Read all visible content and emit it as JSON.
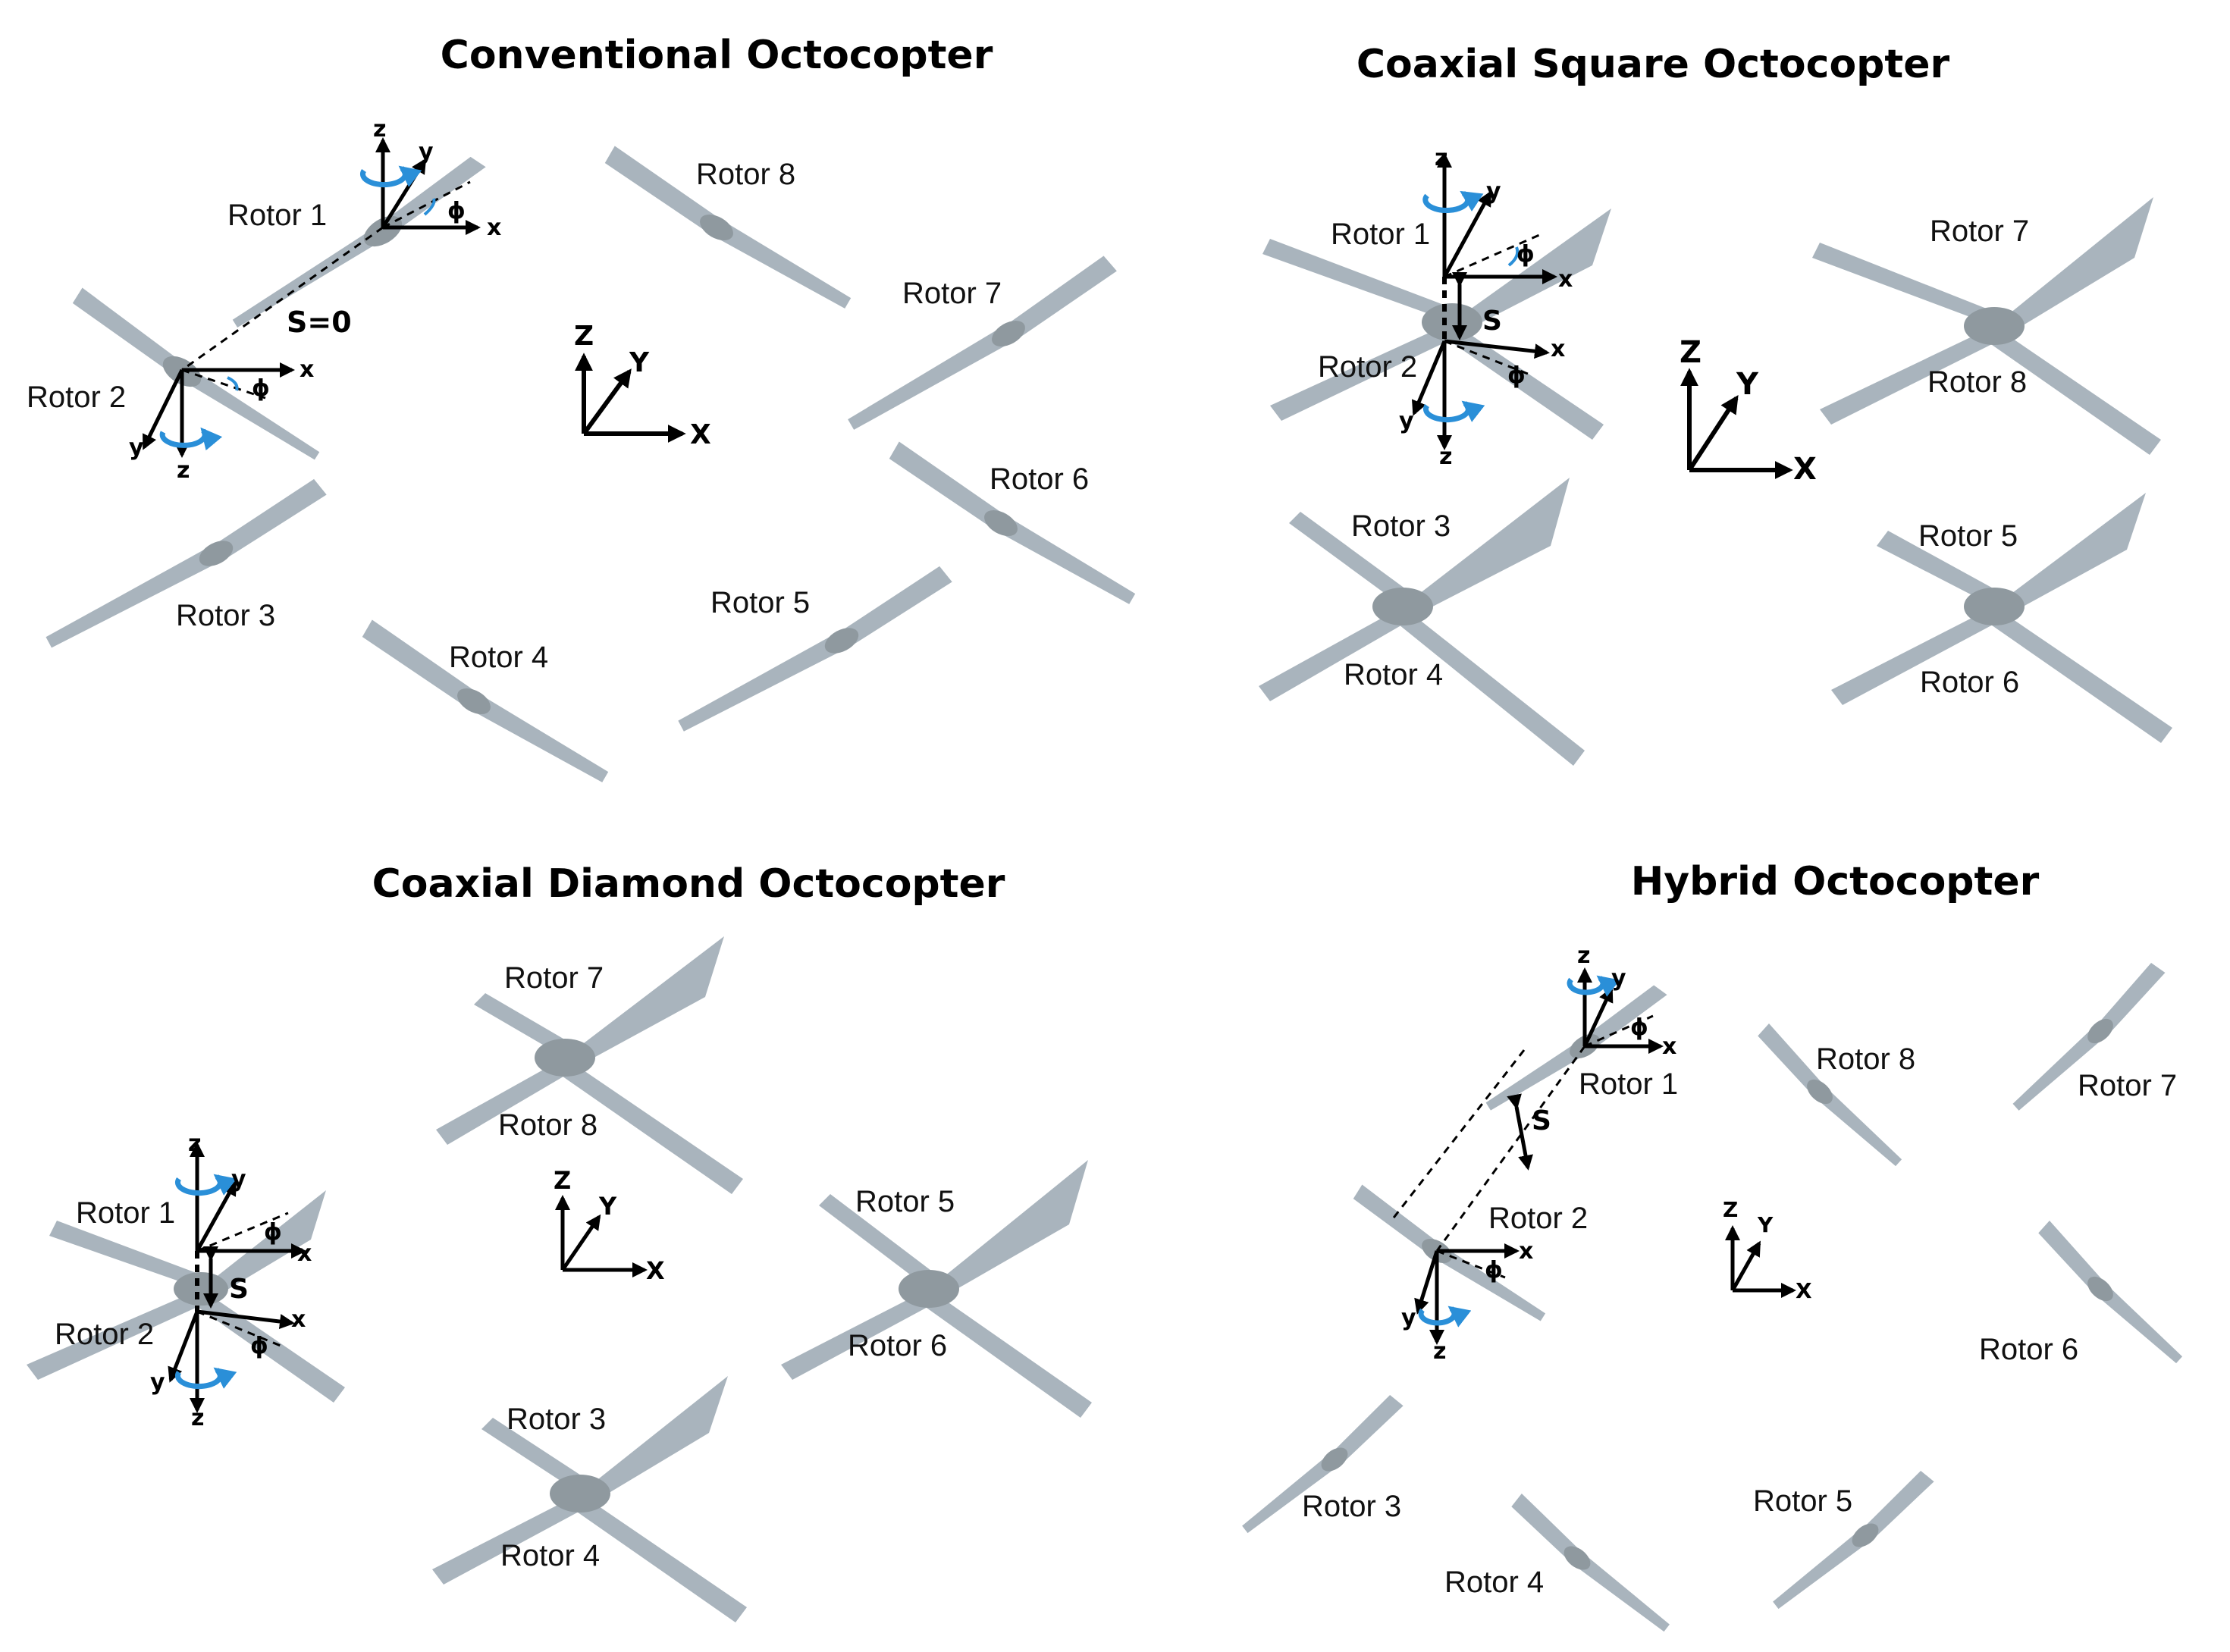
{
  "panels": [
    {
      "title": "Conventional Octocopter",
      "rotors": [
        "Rotor 1",
        "Rotor 2",
        "Rotor 3",
        "Rotor 4",
        "Rotor 5",
        "Rotor 6",
        "Rotor 7",
        "Rotor 8"
      ],
      "spacing_label": "S=0"
    },
    {
      "title": "Coaxial Square Octocopter",
      "rotors": [
        "Rotor 1",
        "Rotor 2",
        "Rotor 3",
        "Rotor 4",
        "Rotor 5",
        "Rotor 6",
        "Rotor 7",
        "Rotor 8"
      ],
      "spacing_label": "S"
    },
    {
      "title": "Coaxial Diamond Octocopter",
      "rotors": [
        "Rotor 1",
        "Rotor 2",
        "Rotor 3",
        "Rotor 4",
        "Rotor 5",
        "Rotor 6",
        "Rotor 7",
        "Rotor 8"
      ],
      "spacing_label": "S"
    },
    {
      "title": "Hybrid Octocopter",
      "rotors": [
        "Rotor 1",
        "Rotor 2",
        "Rotor 3",
        "Rotor 4",
        "Rotor 5",
        "Rotor 6",
        "Rotor 7",
        "Rotor 8"
      ],
      "spacing_label": "S"
    }
  ],
  "global_axes": {
    "z": "Z",
    "y": "Y",
    "x": "X"
  },
  "local_axes": {
    "z": "z",
    "y": "y",
    "x": "x",
    "angle": "ϕ"
  },
  "colors": {
    "blade": "#a9b4bd",
    "hub": "#8f999f",
    "rotation_arrow": "#2a8fd8",
    "axes": "#000000"
  }
}
